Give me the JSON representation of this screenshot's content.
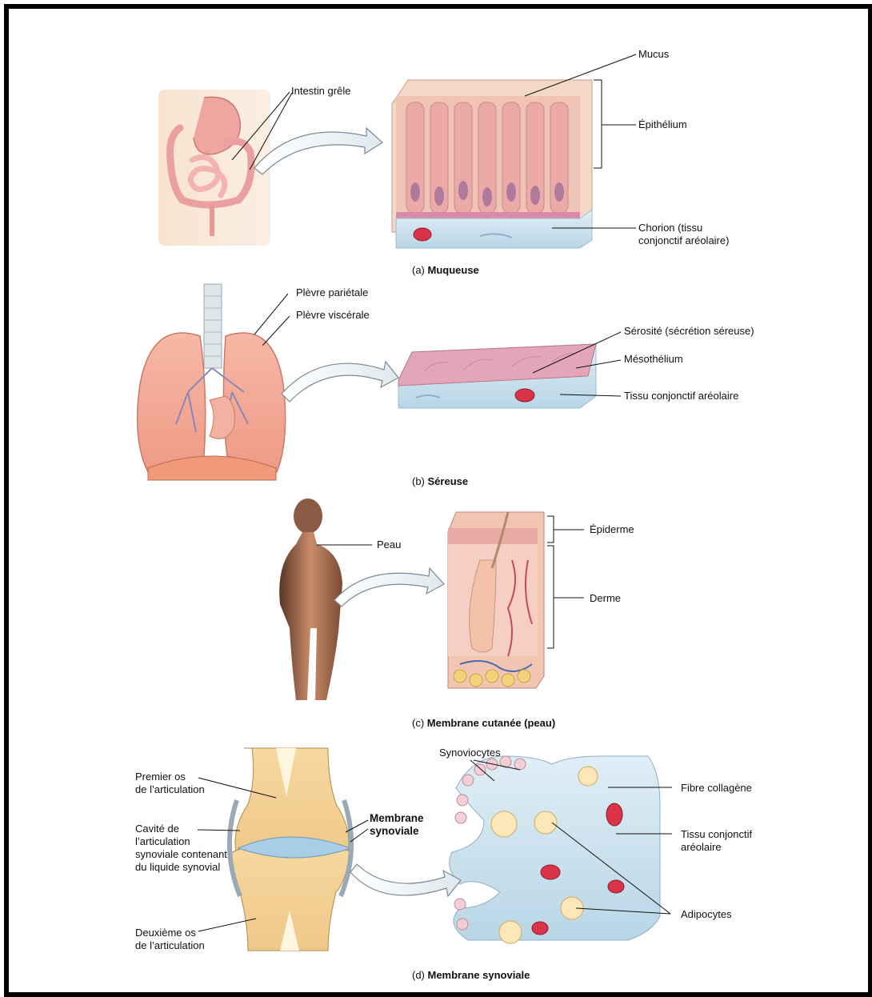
{
  "panel_a": {
    "intestin": "Intestin grêle",
    "mucus": "Mucus",
    "epithelium": "Épithélium",
    "chorion": "Chorion (tissu\nconjonctif aréolaire)",
    "caption_prefix": "(a) ",
    "caption_title": "Muqueuse"
  },
  "panel_b": {
    "plevre_parietale": "Plèvre pariétale",
    "plevre_viscerale": "Plèvre viscérale",
    "serosite": "Sérosité (sécrétion séreuse)",
    "mesothelium": "Mésothélium",
    "tissu": "Tissu conjonctif aréolaire",
    "caption_prefix": "(b) ",
    "caption_title": "Séreuse"
  },
  "panel_c": {
    "peau": "Peau",
    "epiderme": "Épiderme",
    "derme": "Derme",
    "caption_prefix": "(c) ",
    "caption_title": "Membrane cutanée (peau)"
  },
  "panel_d": {
    "synoviocytes": "Synoviocytes",
    "premier_os": "Premier os\nde l’articulation",
    "cavite": "Cavité de\nl’articulation\nsynoviale contenant\ndu liquide synovial",
    "deuxieme_os": "Deuxième os\nde l’articulation",
    "membrane_synoviale": "Membrane\nsynoviale",
    "fibre": "Fibre collagène",
    "tissu": "Tissu conjonctif\naréolaire",
    "adipocytes": "Adipocytes",
    "caption_prefix": "(d) ",
    "caption_title": "Membrane synoviale"
  }
}
